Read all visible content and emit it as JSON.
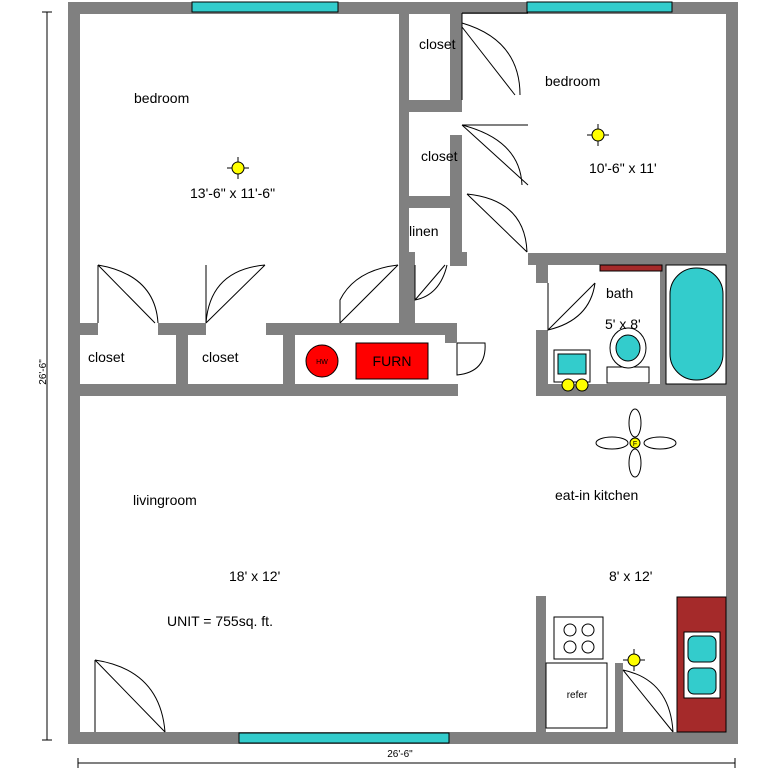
{
  "rooms": {
    "bedroom_left": {
      "label": "bedroom",
      "size": "13'-6\" x 11'-6\""
    },
    "bedroom_right": {
      "label": "bedroom",
      "size": "10'-6\" x 11'"
    },
    "closet_top_right_1": "closet",
    "closet_top_right_2": "closet",
    "linen": "linen",
    "closet_left_1": "closet",
    "closet_left_2": "closet",
    "bath": {
      "label": "bath",
      "size": "5' x 8'"
    },
    "livingroom": {
      "label": "livingroom",
      "size": "18' x 12'"
    },
    "kitchen": {
      "label": "eat-in kitchen",
      "size": "8' x 12'"
    }
  },
  "fixtures": {
    "hw": "HW",
    "furn": "FURN",
    "refer": "refer",
    "fan_label": "F"
  },
  "unit_area": "UNIT = 755sq. ft.",
  "dimensions": {
    "width": "26'-6\"",
    "height": "26'-6\""
  },
  "colors": {
    "wall": "#808080",
    "window": "#33cccc",
    "fixture_red": "#ff0000",
    "fixture_blue": "#33cccc",
    "light_yellow": "#ffff00",
    "counter_brick": "#a52a2a"
  }
}
